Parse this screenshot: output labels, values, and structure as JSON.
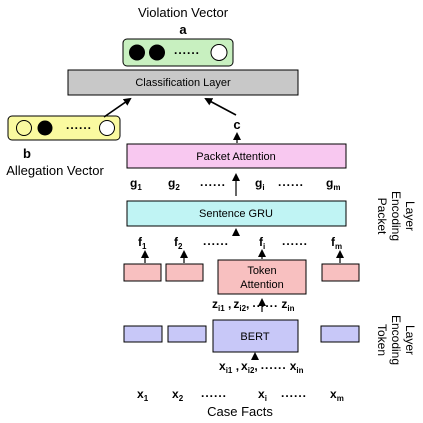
{
  "title_top": "Violation Vector",
  "label_a": "a",
  "classification_layer": "Classification Layer",
  "label_b": "b",
  "allegation_vector": "Allegation Vector",
  "label_c": "c",
  "packet_attention": "Packet Attention",
  "sentence_gru": "Sentence GRU",
  "token_attention_line1": "Token",
  "token_attention_line2": "Attention",
  "bert": "BERT",
  "case_facts": "Case Facts",
  "side_packet": [
    "Packet",
    "Encoding",
    "Layer"
  ],
  "side_token": [
    "Token",
    "Encoding",
    "Layer"
  ],
  "dots": "......",
  "g_row": [
    {
      "base": "g",
      "sub": "1"
    },
    {
      "base": "g",
      "sub": "2"
    },
    {
      "base": "g",
      "sub": "i"
    },
    {
      "base": "g",
      "sub": "m"
    }
  ],
  "f_row": [
    {
      "base": "f",
      "sub": "1"
    },
    {
      "base": "f",
      "sub": "2"
    },
    {
      "base": "f",
      "sub": "i"
    },
    {
      "base": "f",
      "sub": "m"
    }
  ],
  "x_row": [
    {
      "base": "x",
      "sub": "1"
    },
    {
      "base": "x",
      "sub": "2"
    },
    {
      "base": "x",
      "sub": "i"
    },
    {
      "base": "x",
      "sub": "m"
    }
  ],
  "z_seq": [
    {
      "base": "z",
      "sub": "i1",
      "sep": " , "
    },
    {
      "base": "z",
      "sub": "i2",
      "sep": ", "
    },
    {
      "base": "z",
      "sub": "in",
      "sep": ""
    }
  ],
  "xi_seq": [
    {
      "base": "x",
      "sub": "i1",
      "sep": " , "
    },
    {
      "base": "x",
      "sub": "i2",
      "sep": ", "
    },
    {
      "base": "x",
      "sub": "in",
      "sep": ""
    }
  ],
  "colors": {
    "violation_fill": "#c8f0c0",
    "allegation_fill": "#fafaa0",
    "classification_fill": "#c8c8c8",
    "packet_attention_fill": "#f8c8f0",
    "sentence_gru_fill": "#c0f4f4",
    "token_attention_fill": "#f8c0c0",
    "bert_fill": "#c8c8f8"
  }
}
